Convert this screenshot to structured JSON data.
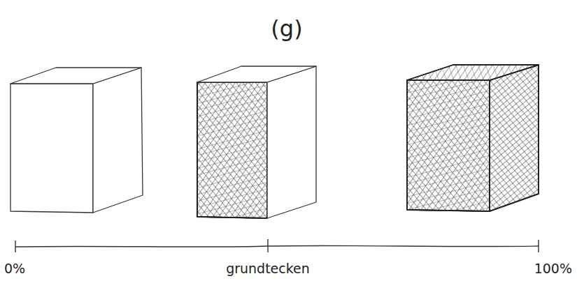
{
  "diagram": {
    "title": "(g)",
    "labels": [
      "0%",
      "grundtecken",
      "100%"
    ]
  }
}
